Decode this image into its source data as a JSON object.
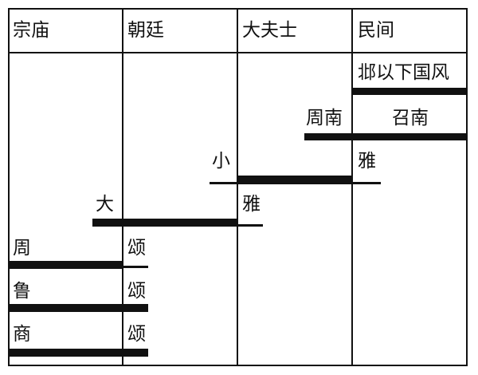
{
  "columns": [
    "宗庙",
    "朝廷",
    "大夫士",
    "民间"
  ],
  "labels": {
    "bei_guofeng": "邶以下国风",
    "zhounan": "周南",
    "shaonan": "召南",
    "xiao": "小",
    "ya_upper": "雅",
    "da": "大",
    "ya_lower": "雅",
    "zhou": "周",
    "song_zhou": "颂",
    "lu": "鲁",
    "song_lu": "颂",
    "shang": "商",
    "song_shang": "颂"
  },
  "colors": {
    "line": "#111111",
    "background": "#ffffff"
  }
}
